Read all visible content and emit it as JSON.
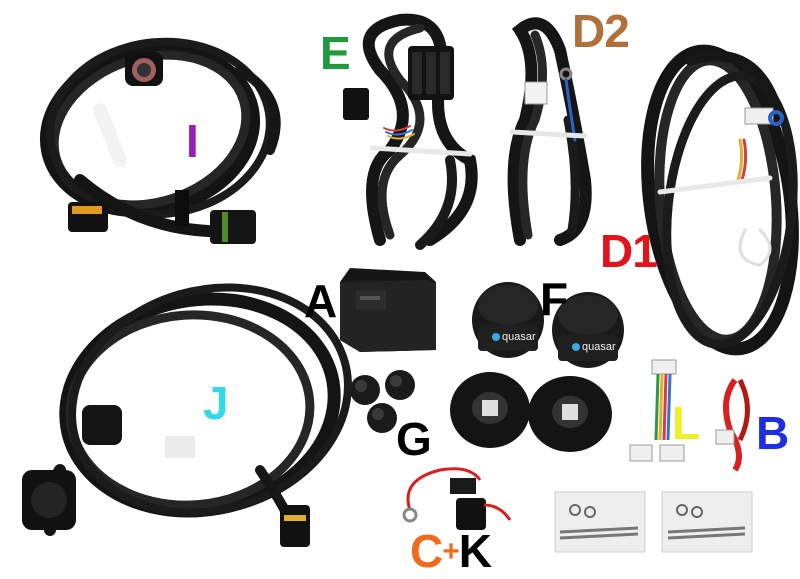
{
  "labels": {
    "I": "I",
    "E": "E",
    "D2": "D2",
    "D1": "D1",
    "A": "A",
    "F": "F",
    "J": "J",
    "G": "G",
    "L": "L",
    "B": "B",
    "C": "C",
    "plus": "+",
    "K": "K"
  },
  "product_text": {
    "brand_left": "quasar",
    "brand_right": "quasar"
  },
  "colors": {
    "I": "#9b1fb5",
    "E": "#1f9a3a",
    "D2": "#b0703a",
    "D1": "#e0141c",
    "A": "#000000",
    "F": "#000000",
    "J": "#35d7e8",
    "G": "#000000",
    "L": "#eef02a",
    "B": "#1f2fe0",
    "C": "#f26a1b",
    "K": "#000000",
    "cable": "#161616",
    "background": "#ffffff"
  }
}
